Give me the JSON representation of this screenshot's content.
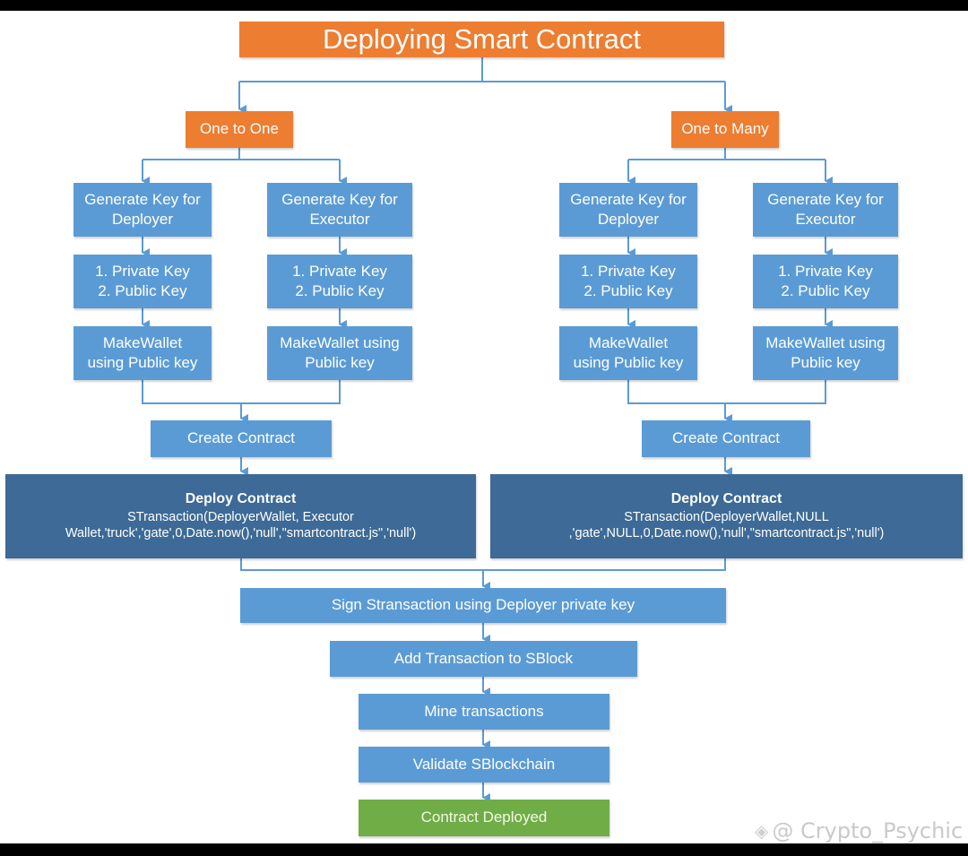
{
  "title": "Deploying Smart Contract",
  "branches": [
    {
      "label": "One to One",
      "deployer_key": "Generate Key for Deployer",
      "executor_key": "Generate Key for Executor",
      "deployer_keys": [
        "1. Private Key",
        "2. Public Key"
      ],
      "executor_keys": [
        "1. Private Key",
        "2. Public Key"
      ],
      "deployer_wallet": [
        "MakeWallet",
        "using Public key"
      ],
      "executor_wallet": [
        "MakeWallet using",
        "Public key"
      ],
      "create": "Create Contract",
      "deploy_title": "Deploy Contract",
      "deploy_lines": [
        "STransaction(DeployerWallet, Executor",
        "Wallet,'truck','gate',0,Date.now(),'null',\"smartcontract.js\",'null')"
      ]
    },
    {
      "label": "One to Many",
      "deployer_key": "Generate Key for Deployer",
      "executor_key": "Generate Key for Executor",
      "deployer_keys": [
        "1. Private Key",
        "2. Public Key"
      ],
      "executor_keys": [
        "1. Private Key",
        "2. Public Key"
      ],
      "deployer_wallet": [
        "MakeWallet",
        "using Public key"
      ],
      "executor_wallet": [
        "MakeWallet using",
        "Public key"
      ],
      "create": "Create Contract",
      "deploy_title": "Deploy Contract",
      "deploy_lines": [
        "STransaction(DeployerWallet,NULL",
        ",'gate',NULL,0,Date.now(),'null',\"smartcontract.js\",'null')"
      ]
    }
  ],
  "steps": {
    "sign": "Sign Stransaction using Deployer private key",
    "add": "Add Transaction to SBlock",
    "mine": "Mine transactions",
    "validate": "Validate SBlockchain",
    "done": "Contract Deployed"
  },
  "watermark": "@ Crypto_Psychic",
  "colors": {
    "orange": "#ed7d31",
    "blue": "#5b9bd5",
    "dark_blue": "#3d6a96",
    "green": "#70ad47",
    "connector": "#5b9bd5"
  }
}
